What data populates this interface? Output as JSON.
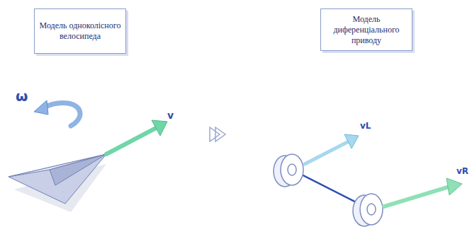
{
  "diagram": {
    "nodes": [
      {
        "text": [
          "Модель одноколісного велосипеда"
        ]
      },
      {
        "text": [
          "Модель диференціального приводу"
        ]
      }
    ],
    "labels": [
      "ω",
      "v",
      "vL",
      "vR"
    ]
  }
}
